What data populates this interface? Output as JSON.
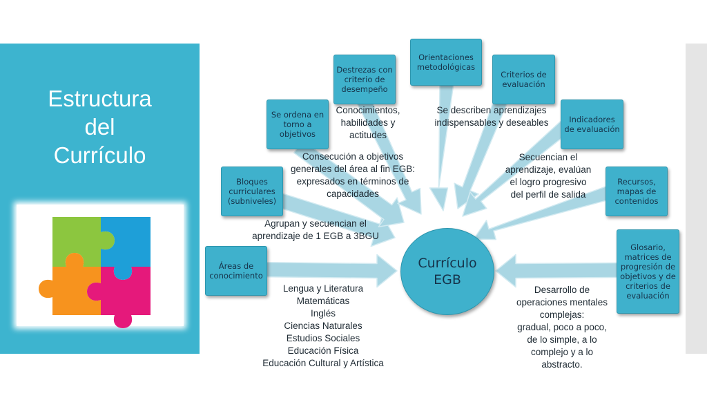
{
  "title_lines": [
    "Estructura",
    "del",
    "Currículo"
  ],
  "center": {
    "lines": [
      "Currículo",
      "EGB"
    ]
  },
  "boxes": {
    "areas": [
      "Áreas de",
      "conocimiento"
    ],
    "bloques": [
      "Bloques",
      "curriculares",
      "(subniveles)"
    ],
    "objetivos": [
      "Se ordena en",
      "torno a",
      "objetivos"
    ],
    "destrezas": [
      "Destrezas con",
      "criterio de",
      "desempeño"
    ],
    "orientaciones": [
      "Orientaciones",
      "metodológicas"
    ],
    "criterios": [
      "Criterios de",
      "evaluación"
    ],
    "indicadores": [
      "Indicadores",
      "de evaluación"
    ],
    "recursos": [
      "Recursos,",
      "mapas de",
      "contenidos"
    ],
    "glosario": [
      "Glosario,",
      "matrices de",
      "progresión de",
      "objetivos y de",
      "criterios de",
      "evaluación"
    ]
  },
  "descriptions": {
    "areas": [
      "Lengua y Literatura",
      "Matemáticas",
      "Inglés",
      "Ciencias Naturales",
      "Estudios Sociales",
      "Educación Física",
      "Educación Cultural y Artística"
    ],
    "bloques": [
      "Agrupan y secuencian el",
      "aprendizaje de 1 EGB a 3BGU"
    ],
    "objetivos": [
      "Consecución a objetivos",
      "generales del área al fin EGB:",
      "expresados en términos de",
      "capacidades"
    ],
    "destrezas": [
      "Conocimientos,",
      "habilidades y",
      "actitudes"
    ],
    "orientaciones": [
      "Se describen aprendizajes",
      "indispensables y deseables"
    ],
    "indicadores": [
      "Secuencian el",
      "aprendizaje, evalúan",
      "el logro progresivo",
      "del perfil de salida"
    ],
    "glosario": [
      "Desarrollo de",
      "operaciones mentales",
      "complejas:",
      "gradual, poco a poco,",
      "de lo simple, a lo",
      "complejo y a lo",
      "abstracto."
    ]
  },
  "colors": {
    "panel": "#3db4cf",
    "box": "#3fb1cc",
    "arrow": "#a9d6e3",
    "puzzle": [
      "#8cc63f",
      "#1e9fd8",
      "#f7931e",
      "#e5197b"
    ]
  }
}
